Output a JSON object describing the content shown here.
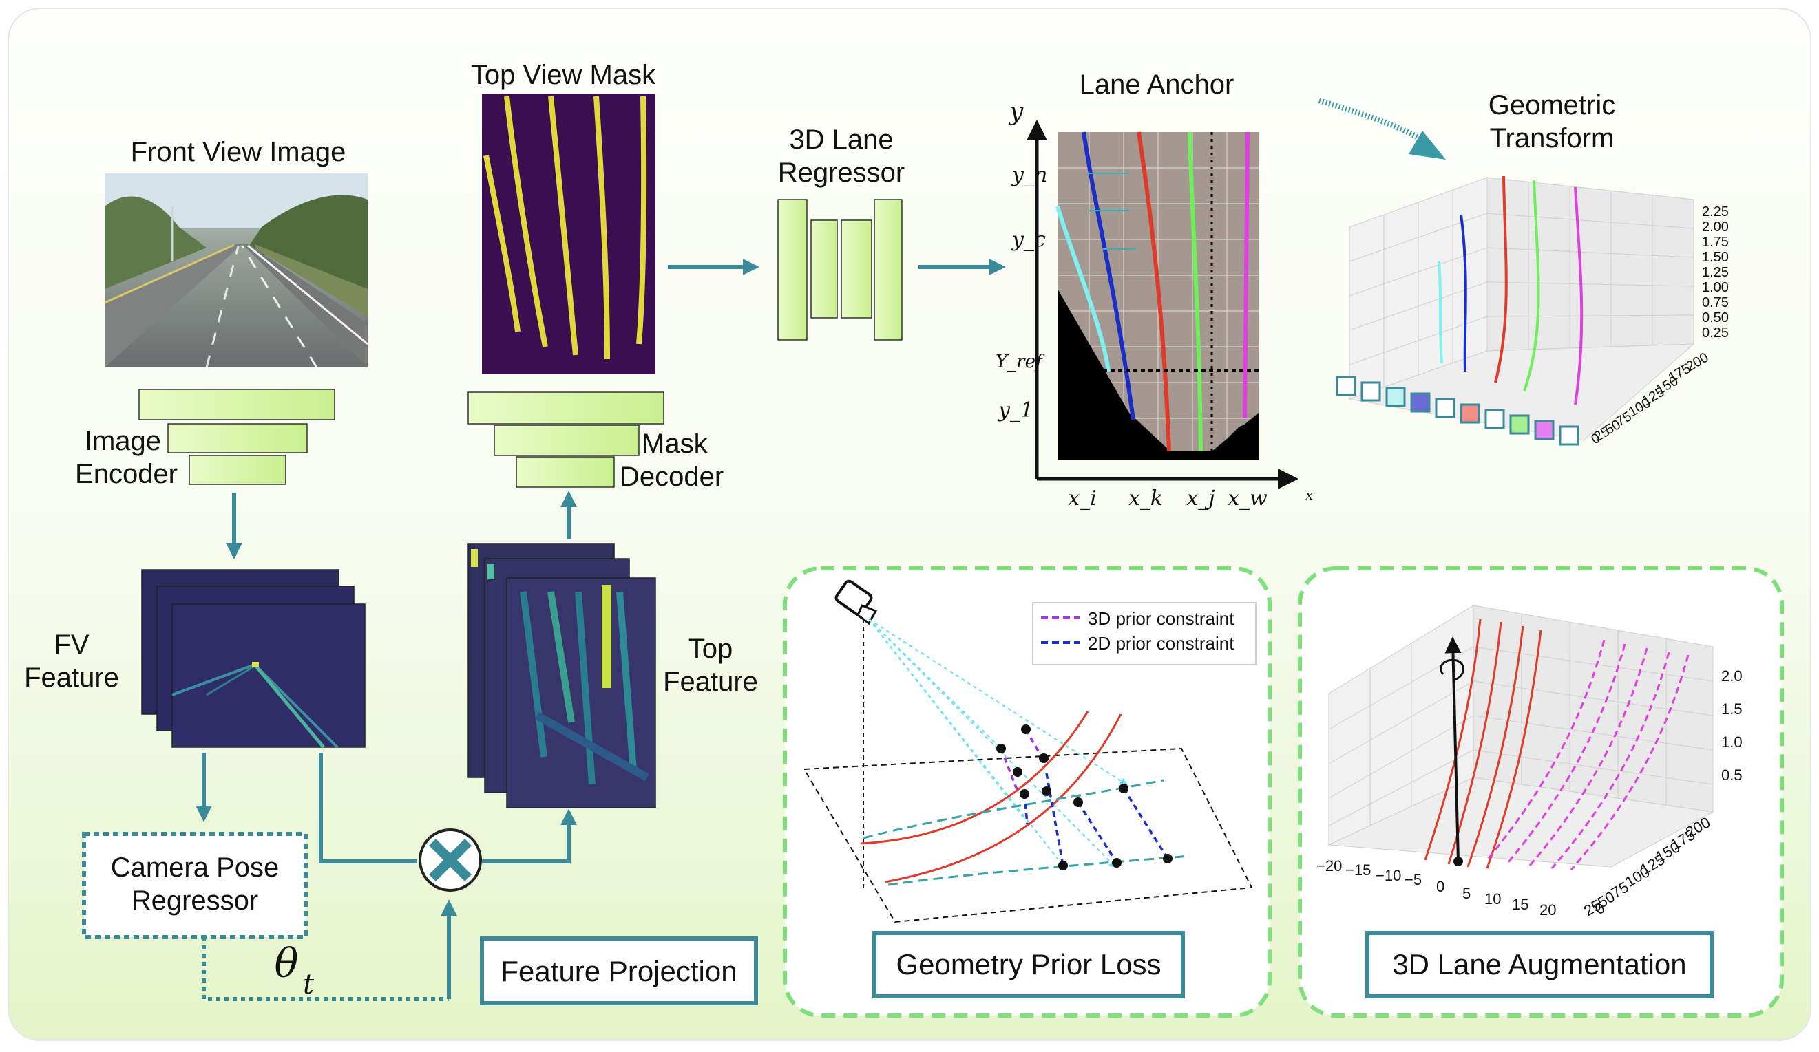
{
  "labels": {
    "front_view_image": "Front View Image",
    "top_view_mask": "Top View Mask",
    "lane_regressor_line1": "3D Lane",
    "lane_regressor_line2": "Regressor",
    "lane_anchor": "Lane Anchor",
    "geometric_transform_line1": "Geometric",
    "geometric_transform_line2": "Transform",
    "image_encoder_line1": "Image",
    "image_encoder_line2": "Encoder",
    "mask_decoder_line1": "Mask",
    "mask_decoder_line2": "Decoder",
    "fv_feature_line1": "FV",
    "fv_feature_line2": "Feature",
    "top_feature_line1": "Top",
    "top_feature_line2": "Feature",
    "camera_pose_line1": "Camera Pose",
    "camera_pose_line2": "Regressor",
    "theta": "θ",
    "theta_sub": "t",
    "feature_projection": "Feature Projection",
    "geometry_prior_loss": "Geometry Prior Loss",
    "lane_augmentation": "3D Lane Augmentation"
  },
  "anchor_plot": {
    "y_axis": "y",
    "x_axis": "x",
    "y_ticks": [
      "y_n",
      "y_c",
      "Y_ref",
      "y_1"
    ],
    "x_ticks": [
      "x_i",
      "x_k",
      "x_j",
      "x_w"
    ]
  },
  "legend": {
    "prior_3d": "3D prior constraint",
    "prior_2d": "2D prior constraint"
  },
  "gt_plot": {
    "z_ticks": [
      "2.25",
      "2.00",
      "1.75",
      "1.50",
      "1.25",
      "1.00",
      "0.75",
      "0.50",
      "0.25"
    ],
    "y_ticks": [
      "200",
      "175",
      "150",
      "125",
      "100",
      "75",
      "50",
      "25",
      "0"
    ]
  },
  "aug_plot": {
    "z_ticks": [
      "2.0",
      "1.5",
      "1.0",
      "0.5"
    ],
    "x_ticks": [
      "−20",
      "−15",
      "−10",
      "−5",
      "0",
      "5",
      "10",
      "15",
      "20"
    ],
    "y_ticks": [
      "200",
      "175",
      "150",
      "125",
      "100",
      "75",
      "50",
      "25",
      "0"
    ]
  },
  "colors": {
    "teal": "#3a8b9a",
    "lime": "#d5f5a0",
    "lane_red": "#e03a2a",
    "lane_blue": "#1a2ec8",
    "lane_green": "#6ef05a",
    "lane_magenta": "#e040e0",
    "lane_cyan": "#7ff0f0",
    "dash_green": "#7ee07a"
  }
}
